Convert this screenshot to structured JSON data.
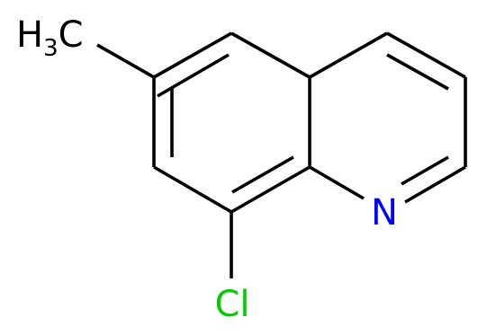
{
  "molecule": {
    "methyl": {
      "symbol": "H",
      "subscript": "3",
      "element": "C",
      "color": "#000000"
    },
    "nitrogen": {
      "symbol": "N",
      "color": "#0000ff"
    },
    "chlorine": {
      "symbol": "Cl",
      "color": "#00cc00"
    }
  }
}
